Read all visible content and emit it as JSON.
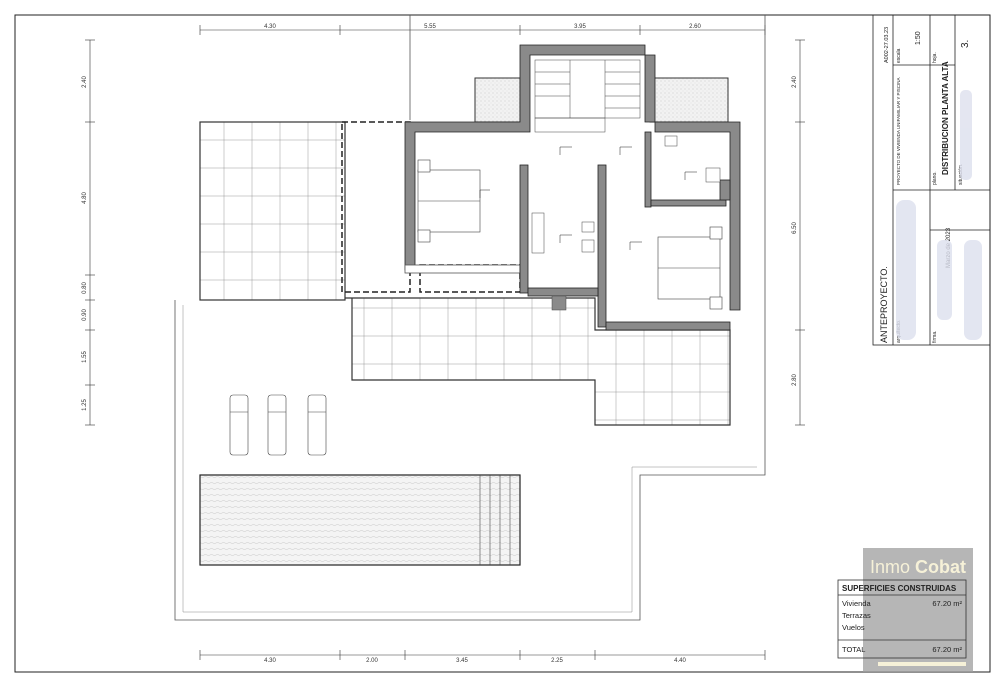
{
  "title_block": {
    "stage": "ANTEPROYECTO.",
    "architect_label": "arquitecto.",
    "signature_label": "firma.",
    "project": "PROYECTO DE VIVIENDA UNIFAMILIAR Y PISCINA",
    "plan_label": "plano.",
    "plan_title": "DISTRIBUCION PLANTA ALTA",
    "location_label": "situación.",
    "date": "Marzo de 2023",
    "revision": "A002-27.03.23",
    "scale_label": "escala",
    "scale": "1:50",
    "sheet_label": "hoja.",
    "sheet": "3."
  },
  "dimensions": {
    "top": [
      "4.30",
      "5.55",
      "3.95",
      "2.60"
    ],
    "bottom": [
      "4.30",
      "2.00",
      "3.45",
      "2.25",
      "4.40"
    ],
    "left": [
      "2.40",
      "4.80",
      "0.80",
      "0.90",
      "1.55",
      "1.25"
    ],
    "right": [
      "2.40",
      "6.50",
      "2.80"
    ]
  },
  "areas_table": {
    "title": "SUPERFICIES CONSTRUIDAS",
    "rows": [
      {
        "label": "Vivienda",
        "value": "67.20 m²"
      },
      {
        "label": "Terrazas",
        "value": ""
      },
      {
        "label": "Vuelos",
        "value": ""
      }
    ],
    "total_label": "TOTAL",
    "total_value": "67.20 m²"
  },
  "watermark": {
    "line1": "Inmo",
    "line2": "Cobat"
  },
  "colors": {
    "wall": "#8a8a8a",
    "line": "#222222",
    "watermark_bg": "#9e9e9e"
  }
}
